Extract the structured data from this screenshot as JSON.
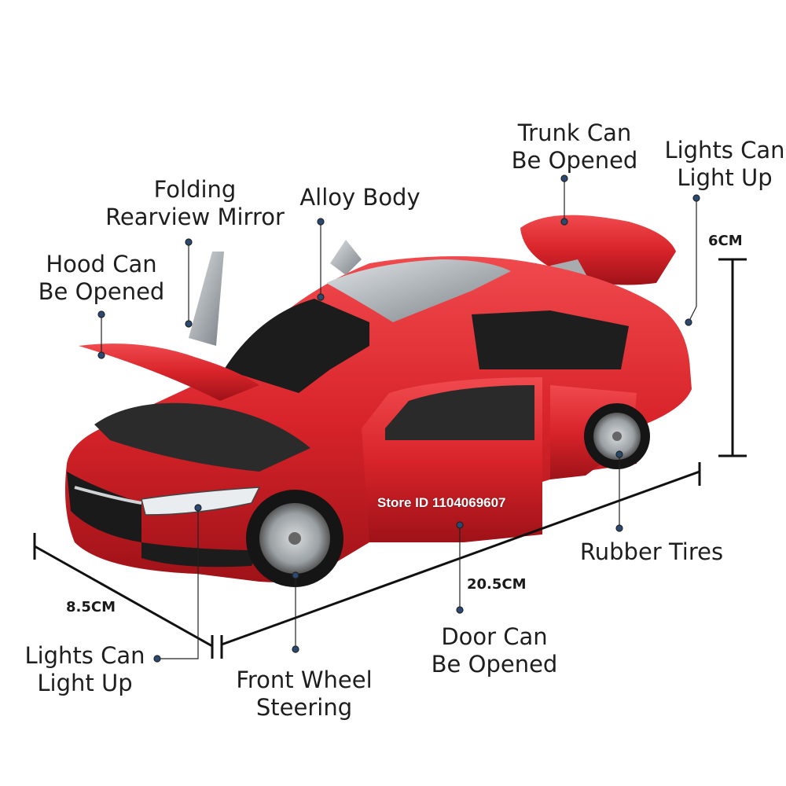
{
  "callouts": {
    "hood": [
      "Hood Can",
      "Be Opened"
    ],
    "mirror": [
      "Folding",
      "Rearview Mirror"
    ],
    "alloy": [
      "Alloy Body"
    ],
    "trunk": [
      "Trunk Can",
      "Be Opened"
    ],
    "rear_lights": [
      "Lights Can",
      "Light Up"
    ],
    "tires": [
      "Rubber Tires"
    ],
    "door": [
      "Door Can",
      "Be Opened"
    ],
    "steering": [
      "Front Wheel",
      "Steering"
    ],
    "front_lights": [
      "Lights Can",
      "Light Up"
    ]
  },
  "dimensions": {
    "height": "6CM",
    "length": "20.5CM",
    "width": "8.5CM"
  },
  "watermark": "Store ID 1104069607",
  "colors": {
    "car_body": "#d8242a",
    "car_shadow": "#9e1218",
    "callout_dot": "#2a4a73",
    "dimension_line": "#111111"
  }
}
